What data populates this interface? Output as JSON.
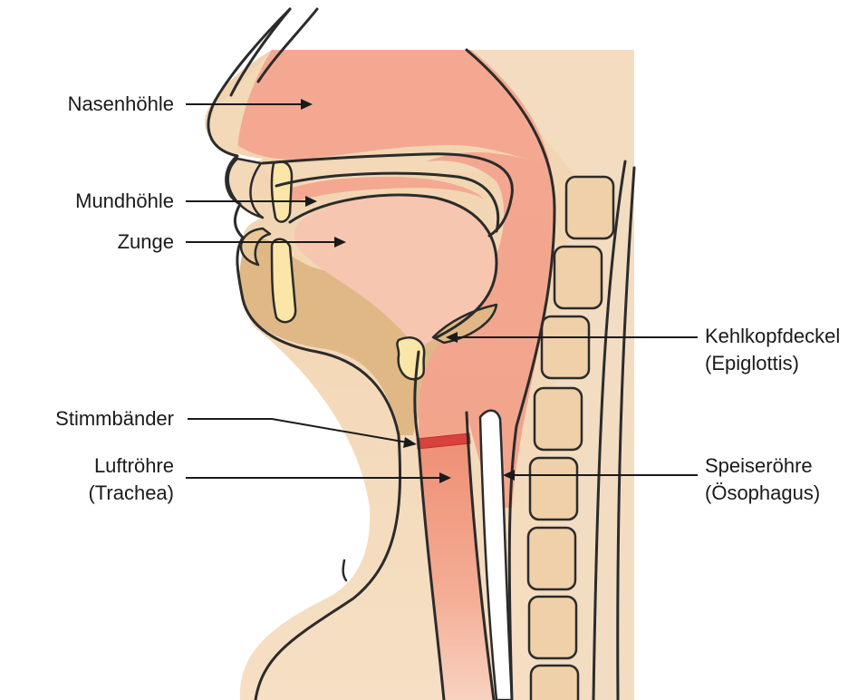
{
  "labels": {
    "nasal_cavity": "Nasenhöhle",
    "oral_cavity": "Mundhöhle",
    "tongue": "Zunge",
    "vocal_cords": "Stimmbänder",
    "trachea_line1": "Luftröhre",
    "trachea_line2": "(Trachea)",
    "epiglottis_line1": "Kehlkopfdeckel",
    "epiglottis_line2": "(Epiglottis)",
    "esophagus_line1": "Speiseröhre",
    "esophagus_line2": "(Ösophagus)"
  },
  "colors": {
    "skin": "#f3d9b8",
    "skin_dark": "#e7c39a",
    "chin_tissue": "#deb785",
    "airway": "#f4b29a",
    "airway_deep": "#ee967c",
    "tongue": "#f7c7b3",
    "bone": "#fbe6a8",
    "vertebra": "#f0d0a8",
    "vocal_band": "#d9423c",
    "outline": "#2b2b2b"
  }
}
